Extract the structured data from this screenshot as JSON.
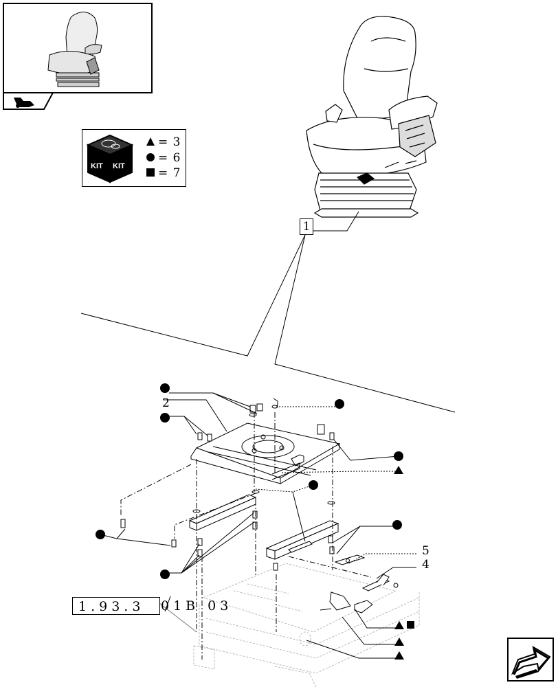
{
  "kit_legend": {
    "icon_label_left": "KIT",
    "icon_label_right": "KIT",
    "rows": [
      {
        "symbol": "triangle",
        "text": "= 3"
      },
      {
        "symbol": "circle",
        "text": "= 6"
      },
      {
        "symbol": "square",
        "text": "= 7"
      }
    ]
  },
  "callouts": {
    "item1": "1",
    "item2": "2",
    "item4": "4",
    "item5": "5"
  },
  "reference": {
    "main": "1.93.3",
    "suffix": "01B 03"
  },
  "icons": {
    "thumbnail": "seat-thumbnail-icon",
    "tab": "tractor-icon",
    "nav": "next-page-arrow-icon"
  },
  "colors": {
    "ink": "#000000",
    "faded_ink": "#b8b8b8"
  }
}
